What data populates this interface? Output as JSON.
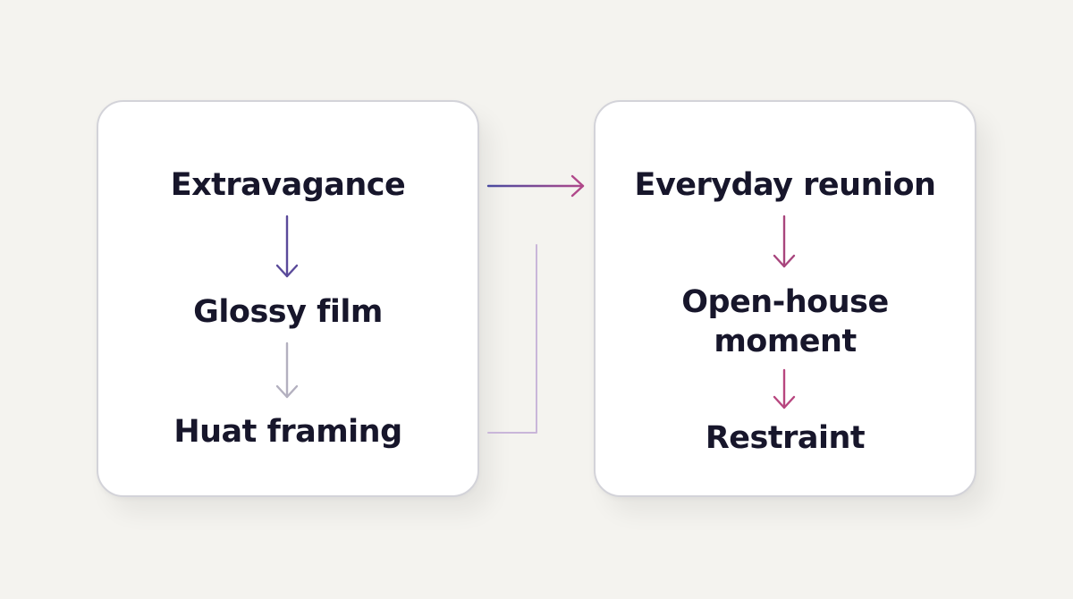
{
  "left_panel": {
    "steps": [
      "Extravagance",
      "Glossy film",
      "Huat framing"
    ]
  },
  "right_panel": {
    "steps": [
      "Everyday reunion",
      "Open-house moment",
      "Restraint"
    ]
  },
  "colors": {
    "background": "#f4f3ef",
    "text": "#17162b",
    "arrow_left_1": "#5a4a9a",
    "arrow_left_2": "#b3b0bf",
    "arrow_right": "#a8457d",
    "connector_top_start": "#4a4aa0",
    "connector_top_end": "#b0488a",
    "connector_bottom": "#c9b6d9"
  }
}
